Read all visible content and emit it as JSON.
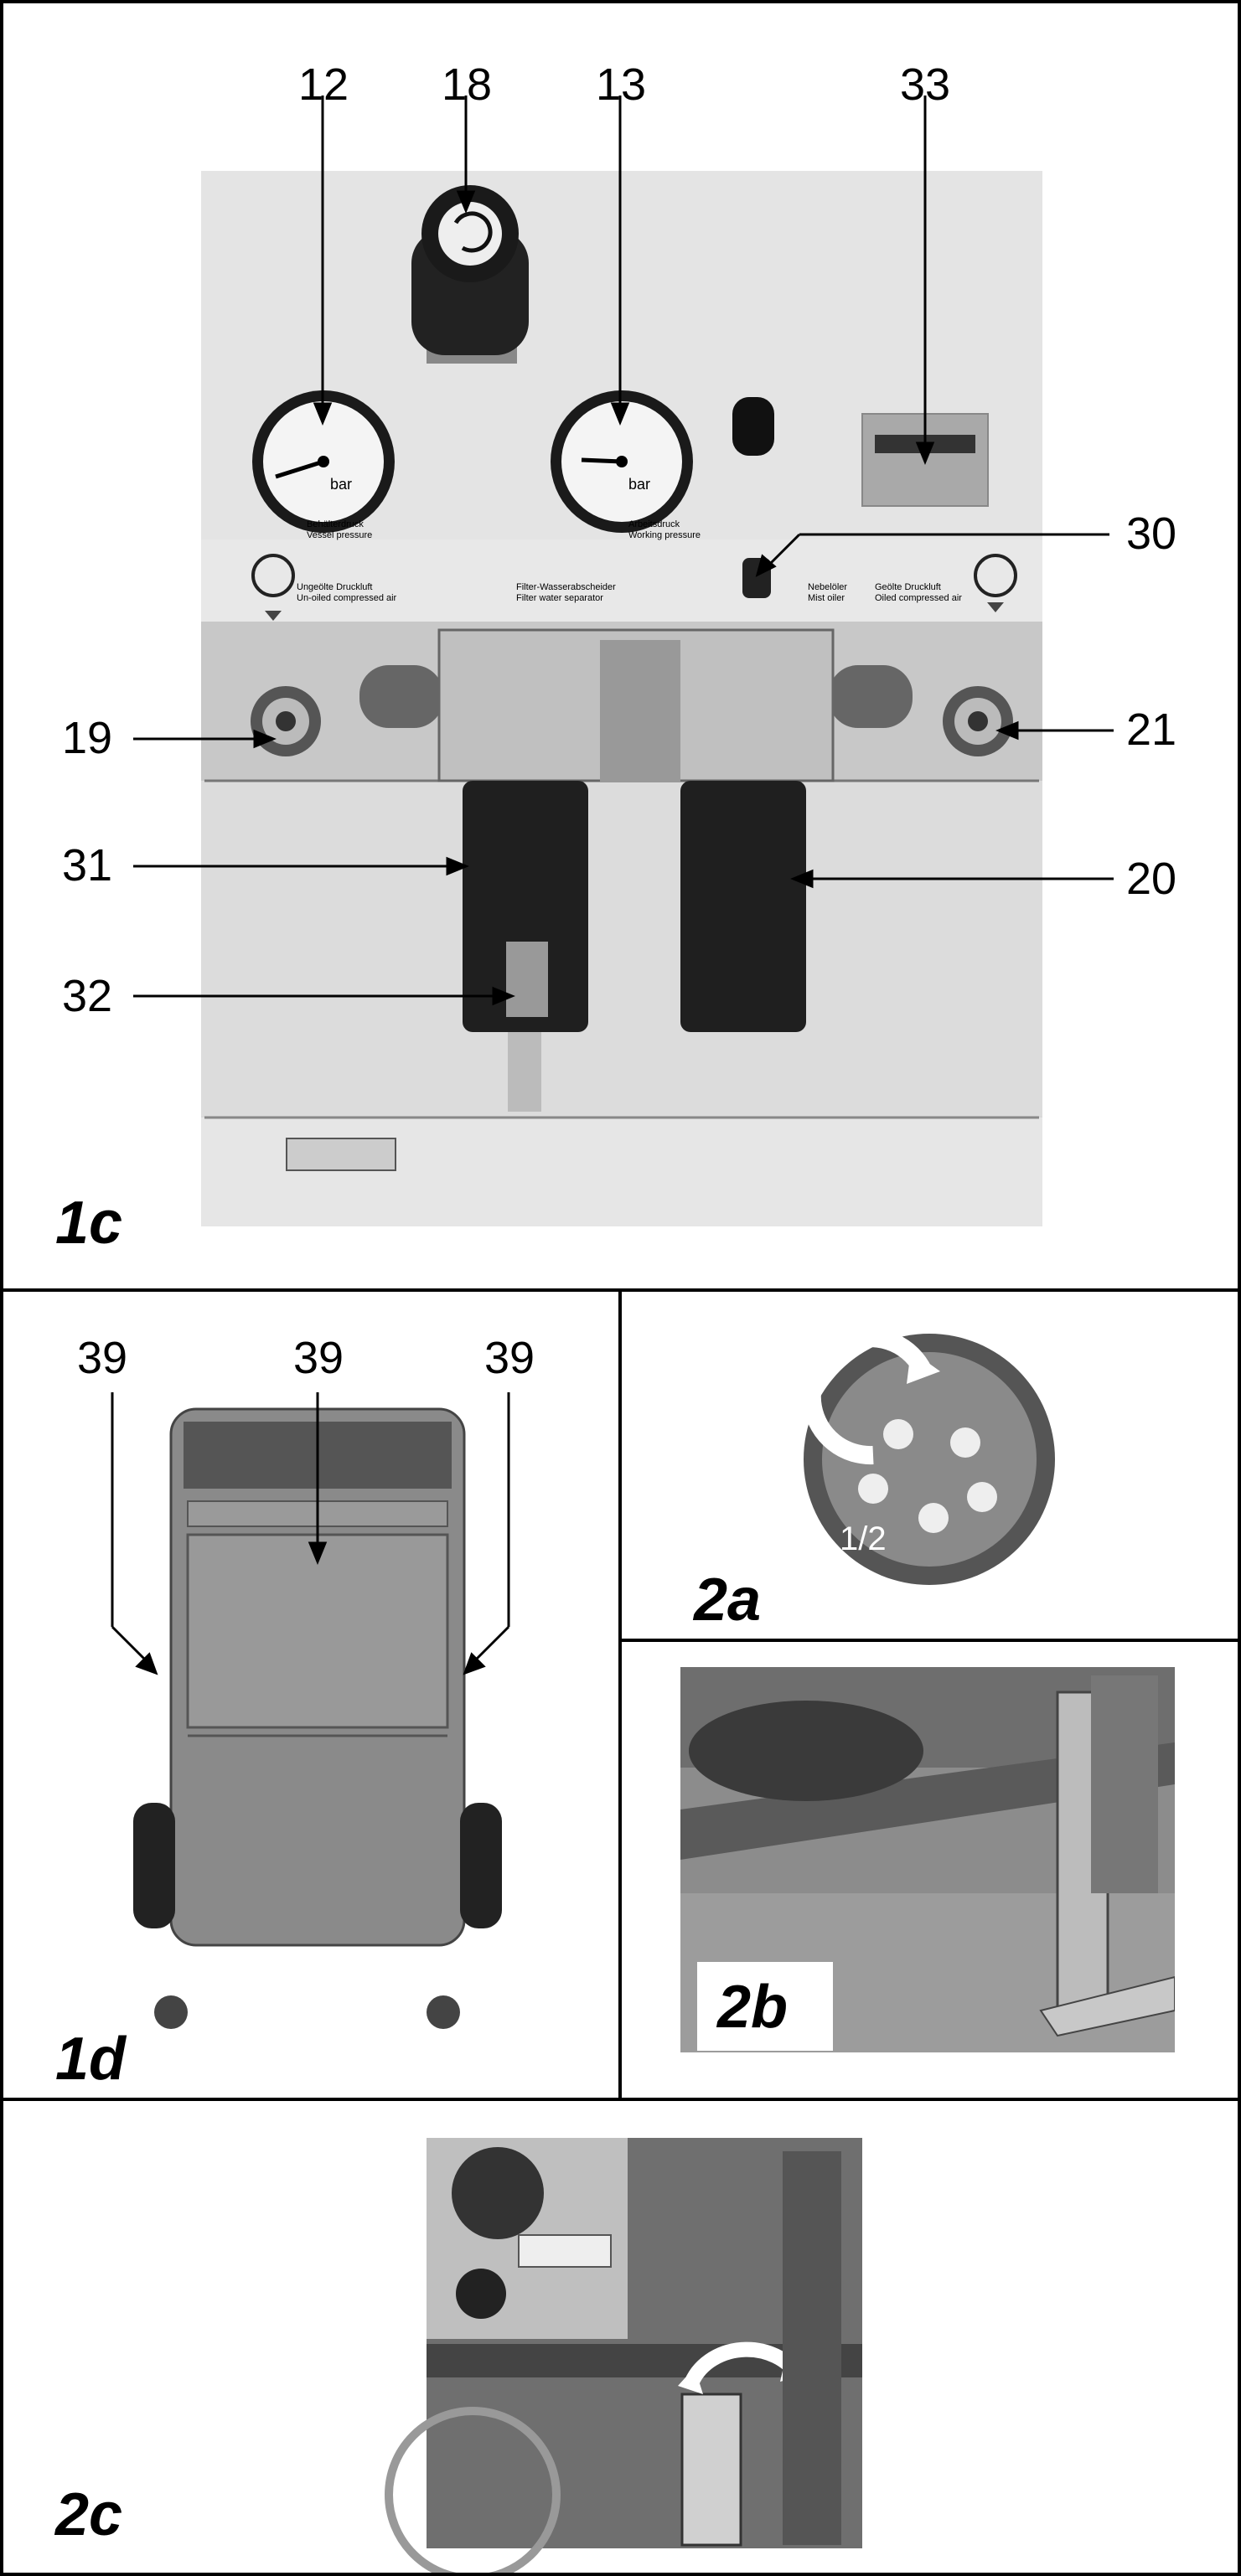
{
  "figures": {
    "fig1c": {
      "label": "1c",
      "callouts": {
        "c12": "12",
        "c18": "18",
        "c13": "13",
        "c33": "33",
        "c30": "30",
        "c19": "19",
        "c21": "21",
        "c31": "31",
        "c20": "20",
        "c32": "32"
      },
      "gauge_left": {
        "unit": "bar",
        "caption_de": "Behälterdruck",
        "caption_en": "Vessel pressure"
      },
      "gauge_right": {
        "unit": "bar",
        "caption_de": "Arbeitsdruck",
        "caption_en": "Working pressure"
      },
      "panel_labels": {
        "left_de": "Ungeölte Druckluft",
        "left_en": "Un-oiled compressed air",
        "mid_de": "Filter-Wasserabscheider",
        "mid_en": "Filter water separator",
        "oiler_de": "Nebelöler",
        "oiler_en": "Mist oiler",
        "right_de": "Geölte Druckluft",
        "right_en": "Oiled compressed air"
      }
    },
    "fig1d": {
      "label": "1d",
      "callouts": {
        "left": "39",
        "center": "39",
        "right": "39"
      }
    },
    "fig2a": {
      "label": "2a",
      "fraction": "1/2"
    },
    "fig2b": {
      "label": "2b"
    },
    "fig2c": {
      "label": "2c"
    }
  }
}
